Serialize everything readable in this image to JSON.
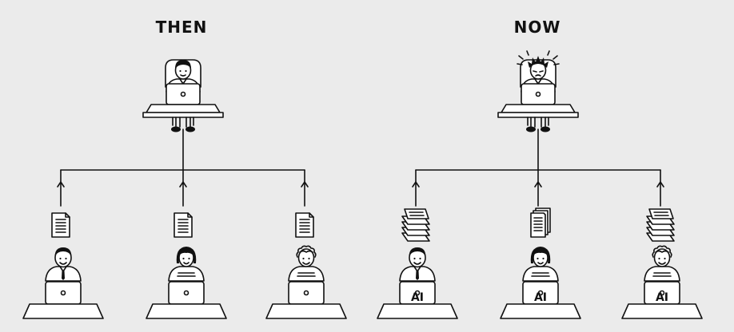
{
  "panels": [
    {
      "heading": "THEN"
    },
    {
      "heading": "NOW"
    }
  ],
  "screen_labels": [
    "AI",
    "AI",
    "AI"
  ]
}
